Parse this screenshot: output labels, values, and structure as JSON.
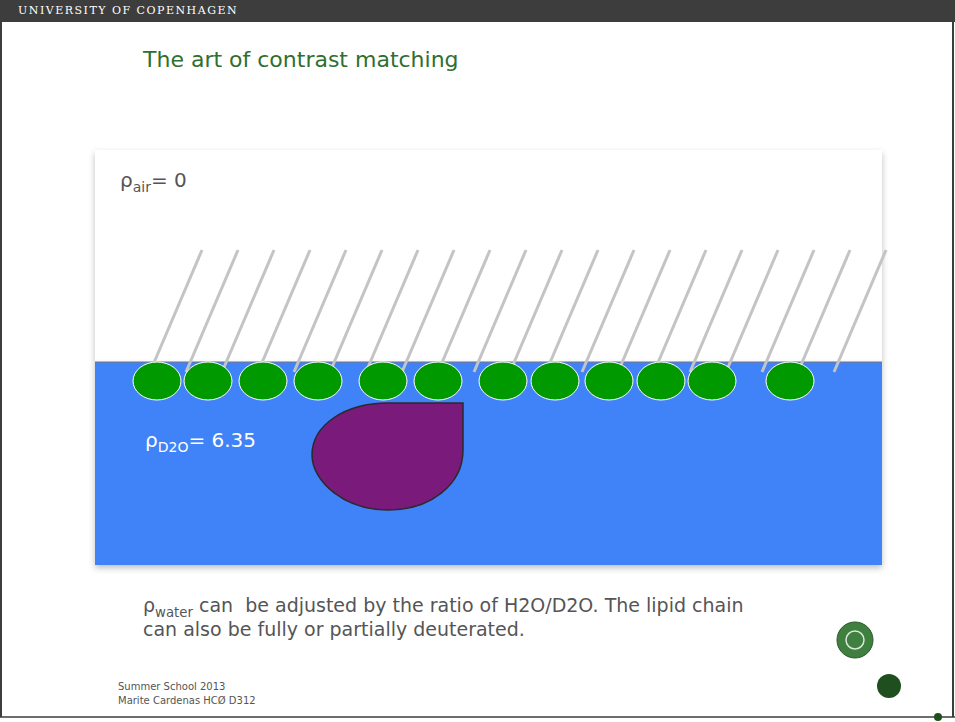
{
  "diagram": {
    "title": "The art of contrast matching",
    "labels": [
      "UNIVERSITY OF COPENHAGEN",
      "ρ",
      "air",
      "= 0",
      "ρ",
      "D2O",
      "= 6.35",
      "ρ",
      "water",
      " can  be adjusted by the ratio of H2O/D2O. The lipid chain can also be fully or partially deuterated.",
      "Summer School 2013",
      "Marite Cardenas HCØ D312"
    ]
  }
}
